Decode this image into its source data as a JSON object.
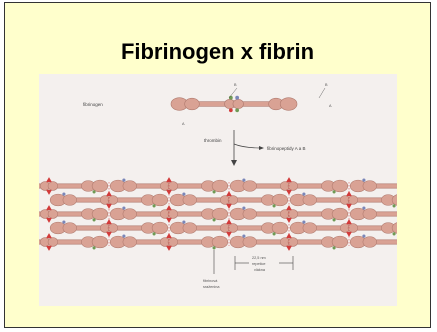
{
  "slide": {
    "title": "Fibrinogen x fibrin",
    "background_color": "#ffffcc",
    "border_color": "#333333"
  },
  "figure": {
    "labels": {
      "fibrinogen": "fibrinogen",
      "thrombin": "thrombin",
      "fibrinopeptides": "fibrinopeptidy A a B",
      "repeat_distance": "22,5 nm",
      "repeat_caption_1": "repetice",
      "repeat_caption_2": "vlákna",
      "fibrin_caption_1": "fibrinová",
      "fibrin_caption_2": "sraženina",
      "chain_a": "A",
      "chain_b": "B"
    },
    "colors": {
      "molecule": "#d9a294",
      "molecule_edge": "#b07a6e",
      "peptide_red": "#d23a3a",
      "peptide_green": "#6f9a55",
      "peptide_blue": "#7a86b8",
      "ink": "#444444"
    }
  }
}
